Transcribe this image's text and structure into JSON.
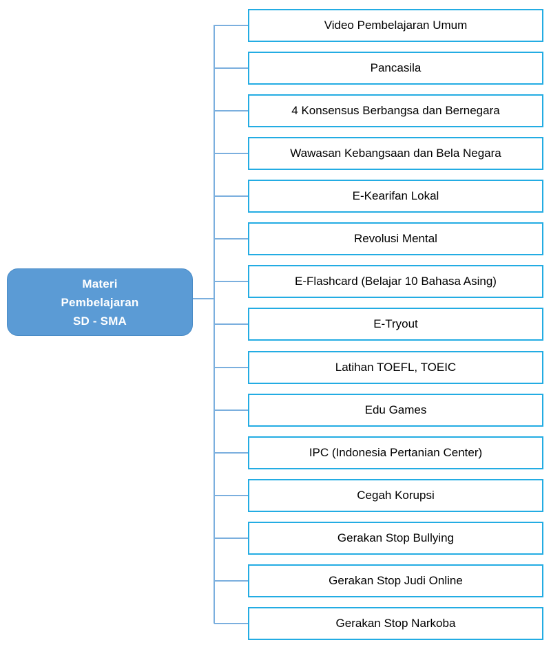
{
  "diagram": {
    "type": "horizontal-tree-mindmap",
    "root": {
      "lines": [
        "Materi",
        "Pembelajaran",
        "SD - SMA"
      ],
      "fill_color": "#5B9BD5",
      "text_color": "#FFFFFF"
    },
    "branch_color": "#7BAFDE",
    "node_border_color": "#23ACE3",
    "node_fill_color": "#FFFFFF",
    "node_text_color": "#000000",
    "children": [
      {
        "label": "Video Pembelajaran Umum"
      },
      {
        "label": "Pancasila"
      },
      {
        "label": "4 Konsensus Berbangsa dan Bernegara"
      },
      {
        "label": "Wawasan Kebangsaan dan Bela Negara"
      },
      {
        "label": "E-Kearifan Lokal"
      },
      {
        "label": "Revolusi Mental"
      },
      {
        "label": "E-Flashcard (Belajar 10 Bahasa Asing)"
      },
      {
        "label": "E-Tryout"
      },
      {
        "label": "Latihan TOEFL, TOEIC"
      },
      {
        "label": "Edu Games"
      },
      {
        "label": "IPC (Indonesia Pertanian Center)"
      },
      {
        "label": "Cegah Korupsi"
      },
      {
        "label": "Gerakan Stop Bullying"
      },
      {
        "label": "Gerakan Stop Judi Online"
      },
      {
        "label": "Gerakan Stop Narkoba"
      }
    ]
  }
}
